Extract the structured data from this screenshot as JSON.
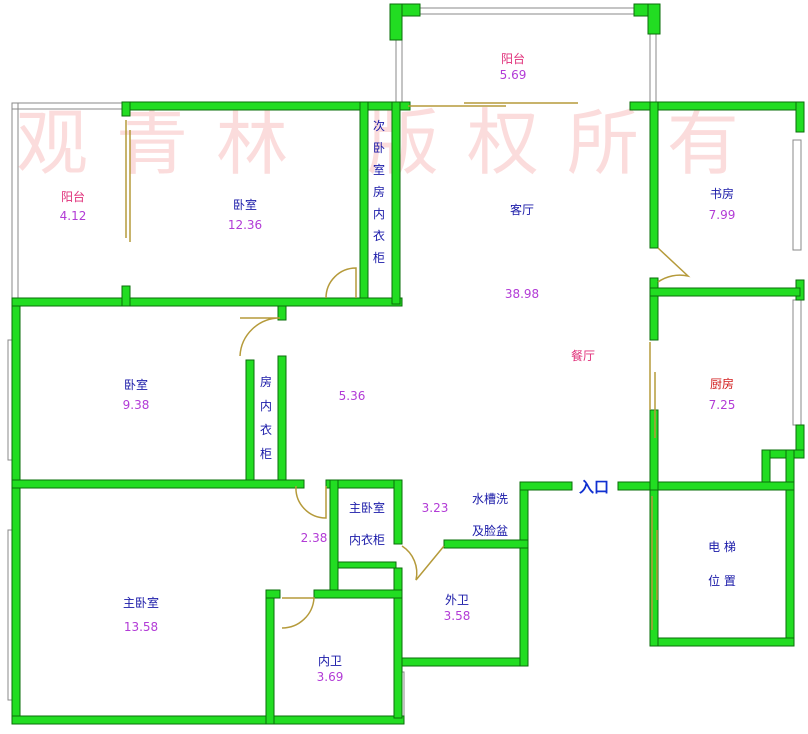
{
  "watermark": "观青林 版权所有",
  "rooms": {
    "balcony_top": {
      "name": "阳台",
      "area": "5.69"
    },
    "balcony_left": {
      "name": "阳台",
      "area": "4.12"
    },
    "bedroom_1": {
      "name": "卧室",
      "area": "12.36"
    },
    "living": {
      "name": "客厅",
      "area": "38.98"
    },
    "dining": {
      "name": "餐厅"
    },
    "study": {
      "name": "书房",
      "area": "7.99"
    },
    "bedroom_2": {
      "name": "卧室",
      "area": "9.38"
    },
    "hall_area": "5.36",
    "kitchen": {
      "name": "厨房",
      "area": "7.25"
    },
    "entrance": "入口",
    "sink": {
      "line1": "水槽洗",
      "line2": "及脸盆",
      "area": "3.23"
    },
    "master_closet": {
      "line1": "主卧室",
      "line2": "内衣柜"
    },
    "corridor_area": "2.38",
    "master": {
      "name": "主卧室",
      "area": "13.58"
    },
    "ext_bath": {
      "name": "外卫",
      "area": "3.58"
    },
    "int_bath": {
      "name": "内卫",
      "area": "3.69"
    },
    "elevator": {
      "line1": "电   梯",
      "line2": "位   置"
    }
  },
  "closets": {
    "second_bedroom": [
      "次",
      "卧",
      "室",
      "房",
      "内",
      "衣",
      "柜"
    ],
    "bedroom": [
      "房",
      "内",
      "衣",
      "柜"
    ]
  },
  "colors": {
    "wall": "#22dd22",
    "wall_edge": "#0a6e0a",
    "door": "#b59a3a",
    "window": "#888888"
  }
}
